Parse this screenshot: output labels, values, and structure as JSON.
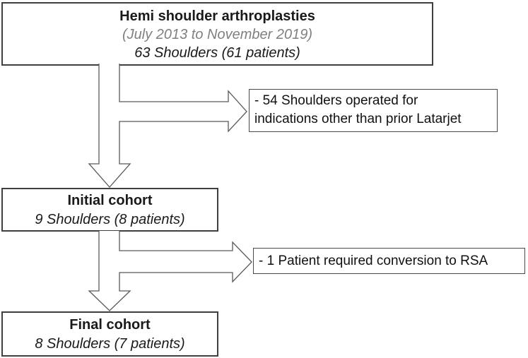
{
  "diagram": {
    "top_box": {
      "title": "Hemi shoulder arthroplasties",
      "period": "(July 2013 to November 2019)",
      "count": "63 Shoulders (61 patients)"
    },
    "exclusion_box_1": {
      "line1": "- 54 Shoulders operated for",
      "line2": "indications other than prior Latarjet"
    },
    "initial_box": {
      "title": "Initial cohort",
      "count": "9 Shoulders (8 patients)"
    },
    "exclusion_box_2": {
      "line1": "- 1 Patient required conversion to RSA"
    },
    "final_box": {
      "title": "Final cohort",
      "count": "8 Shoulders (7 patients)"
    }
  },
  "colors": {
    "box-border": "#3f3f3f",
    "side-box-border": "#4a4a4a",
    "arrow-stroke": "#595959",
    "text-main": "#1a1a1a",
    "text-muted": "#808080",
    "background": "#ffffff"
  }
}
